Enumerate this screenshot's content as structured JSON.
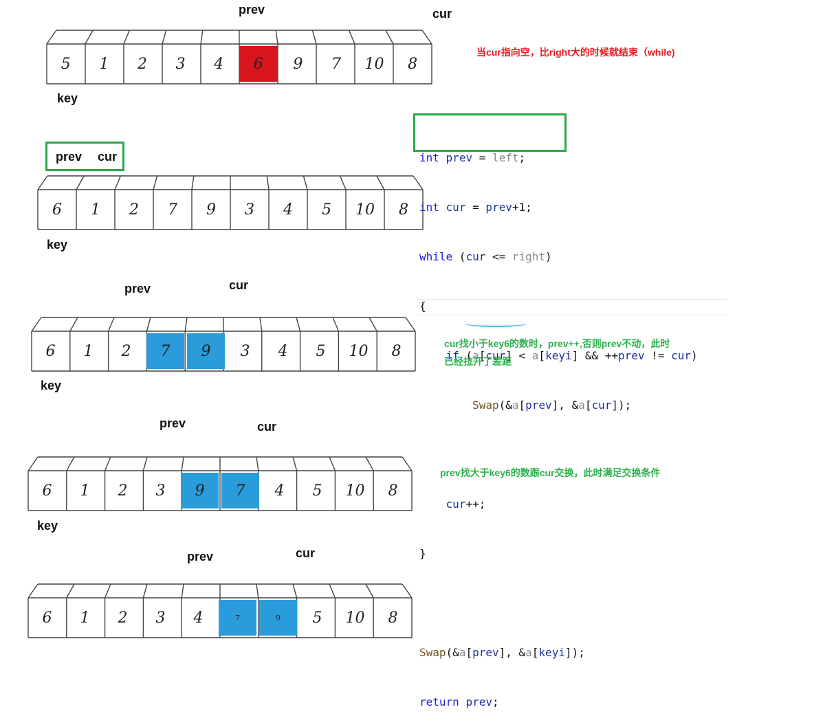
{
  "diagrams": [
    {
      "cells": [
        "5",
        "1",
        "2",
        "3",
        "4",
        "6",
        "9",
        "7",
        "10",
        "8"
      ],
      "highlight": {
        "5": "red"
      },
      "labels": {
        "prev": "prev",
        "cur": "cur",
        "key": "key"
      }
    },
    {
      "cells": [
        "6",
        "1",
        "2",
        "7",
        "9",
        "3",
        "4",
        "5",
        "10",
        "8"
      ],
      "highlight": {},
      "labels": {
        "prev": "prev",
        "cur": "cur",
        "key": "key"
      }
    },
    {
      "cells": [
        "6",
        "1",
        "2",
        "7",
        "9",
        "3",
        "4",
        "5",
        "10",
        "8"
      ],
      "highlight": {
        "3": "blue",
        "4": "blue"
      },
      "labels": {
        "prev": "prev",
        "cur": "cur",
        "key": "key"
      }
    },
    {
      "cells": [
        "6",
        "1",
        "2",
        "3",
        "9",
        "7",
        "4",
        "5",
        "10",
        "8"
      ],
      "highlight": {
        "4": "blue",
        "5": "blue"
      },
      "labels": {
        "prev": "prev",
        "cur": "cur",
        "key": "key"
      }
    },
    {
      "cells": [
        "6",
        "1",
        "2",
        "3",
        "4",
        "7",
        "9",
        "5",
        "10",
        "8"
      ],
      "highlight": {
        "5": "blue",
        "6": "blue"
      },
      "labels": {
        "prev": "prev",
        "cur": "cur",
        "key": ""
      }
    }
  ],
  "code": {
    "line1": "int prev = left;",
    "line2": "int cur = prev+1;",
    "line3": "while (cur <= right)",
    "line4": "{",
    "line5": "    if (a[cur] < a[keyi] && ++prev != cur)",
    "line6": "        Swap(&a[prev], &a[cur]);",
    "line7": "",
    "line8": "    cur++;",
    "line9": "}",
    "line10": "",
    "line11": "Swap(&a[prev], &a[keyi]);",
    "line12": "return prev;"
  },
  "notes": {
    "note1": "当cur指向空，比right大的时候就结束（while)",
    "note2a": "cur找小于key6的数时，prev++,否则prev不动，此时",
    "note2b": "已经拉开了差距",
    "note3": "prev找大于key6的数跟cur交换，此时满足交换条件"
  },
  "colors": {
    "red": "#d8141c",
    "blue": "#2a9bdb",
    "green": "#2aa84a",
    "note_red": "#e8191f",
    "note_green": "#2bb24c"
  }
}
